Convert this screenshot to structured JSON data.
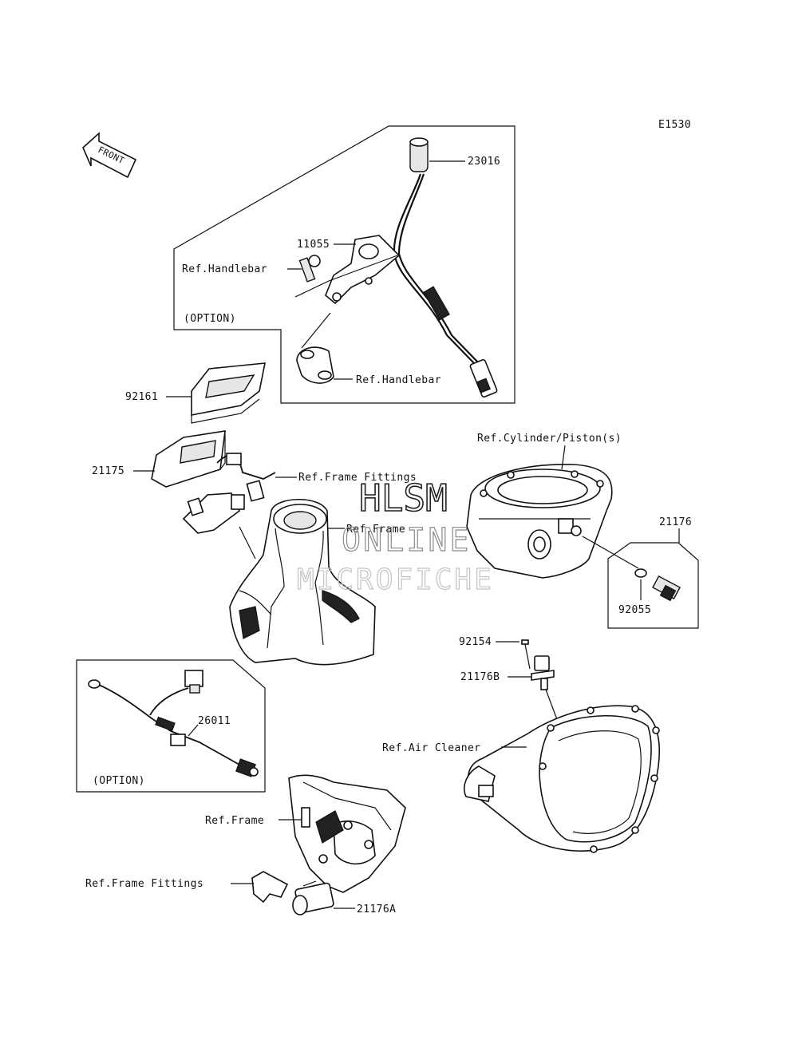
{
  "diagram_code": "E1530",
  "front_arrow": "FRONT",
  "watermark": {
    "line1": "HLSM",
    "line2": "ONLINE",
    "line3": "MICROFICHE"
  },
  "labels": {
    "p23016": "23016",
    "p11055": "11055",
    "ref_handlebar_1": "Ref.Handlebar",
    "option_1": "(OPTION)",
    "ref_handlebar_2": "Ref.Handlebar",
    "p92161": "92161",
    "p21175": "21175",
    "ref_frame_fittings_1": "Ref.Frame Fittings",
    "ref_cylinder": "Ref.Cylinder/Piston(s)",
    "ref_frame_1": "Ref.Frame",
    "p21176": "21176",
    "p92055": "92055",
    "p92154": "92154",
    "p21176b": "21176B",
    "ref_air_cleaner": "Ref.Air Cleaner",
    "p26011": "26011",
    "option_2": "(OPTION)",
    "ref_frame_2": "Ref.Frame",
    "ref_frame_fittings_2": "Ref.Frame Fittings",
    "p21176a": "21176A"
  }
}
